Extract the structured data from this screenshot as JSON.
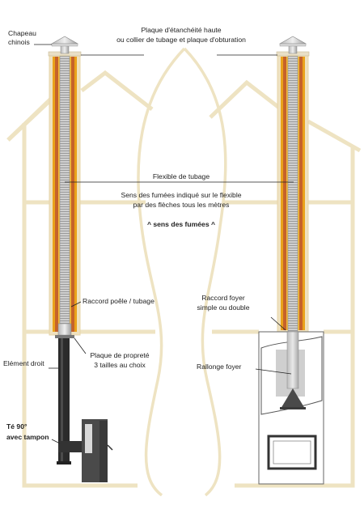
{
  "labels": {
    "chapeau_line1": "Chapeau",
    "chapeau_line2": "chinois",
    "plaque_haute_line1": "Plaque d'étanchéité haute",
    "plaque_haute_line2": "ou collier de tubage et plaque d'obturation",
    "flexible": "Flexible de tubage",
    "sens_line1": "Sens des fumées indiqué sur le flexible",
    "sens_line2": "par des flèches tous les mètres",
    "sens_fumees": "^ sens des fumées ^",
    "raccord_poele": "Raccord poêle / tubage",
    "raccord_foyer_line1": "Raccord foyer",
    "raccord_foyer_line2": "simple ou double",
    "element_droit": "Elément droit",
    "plaque_proprete_line1": "Plaque de propreté",
    "plaque_proprete_line2": "3 tailles au choix",
    "rallonge_foyer": "Rallonge foyer",
    "te_line1": "Té 90°",
    "te_line2": "avec tampon"
  },
  "colors": {
    "house_outline": "#eee3c2",
    "insulation": "#f2b735",
    "insulation_dark": "#e8a21c",
    "liner_copper": "#c5612a",
    "flex_pipe": "#c6c6c6",
    "chimney_frame": "#efe1bf",
    "stove": "#4a4a4a",
    "stovepipe": "#2b2b2b",
    "fireplace_outline": "#666666",
    "text": "#222222"
  },
  "icons": [
    "chinese-hat-cap-icon",
    "tee-90-icon",
    "stove-icon",
    "fireplace-insert-icon"
  ]
}
